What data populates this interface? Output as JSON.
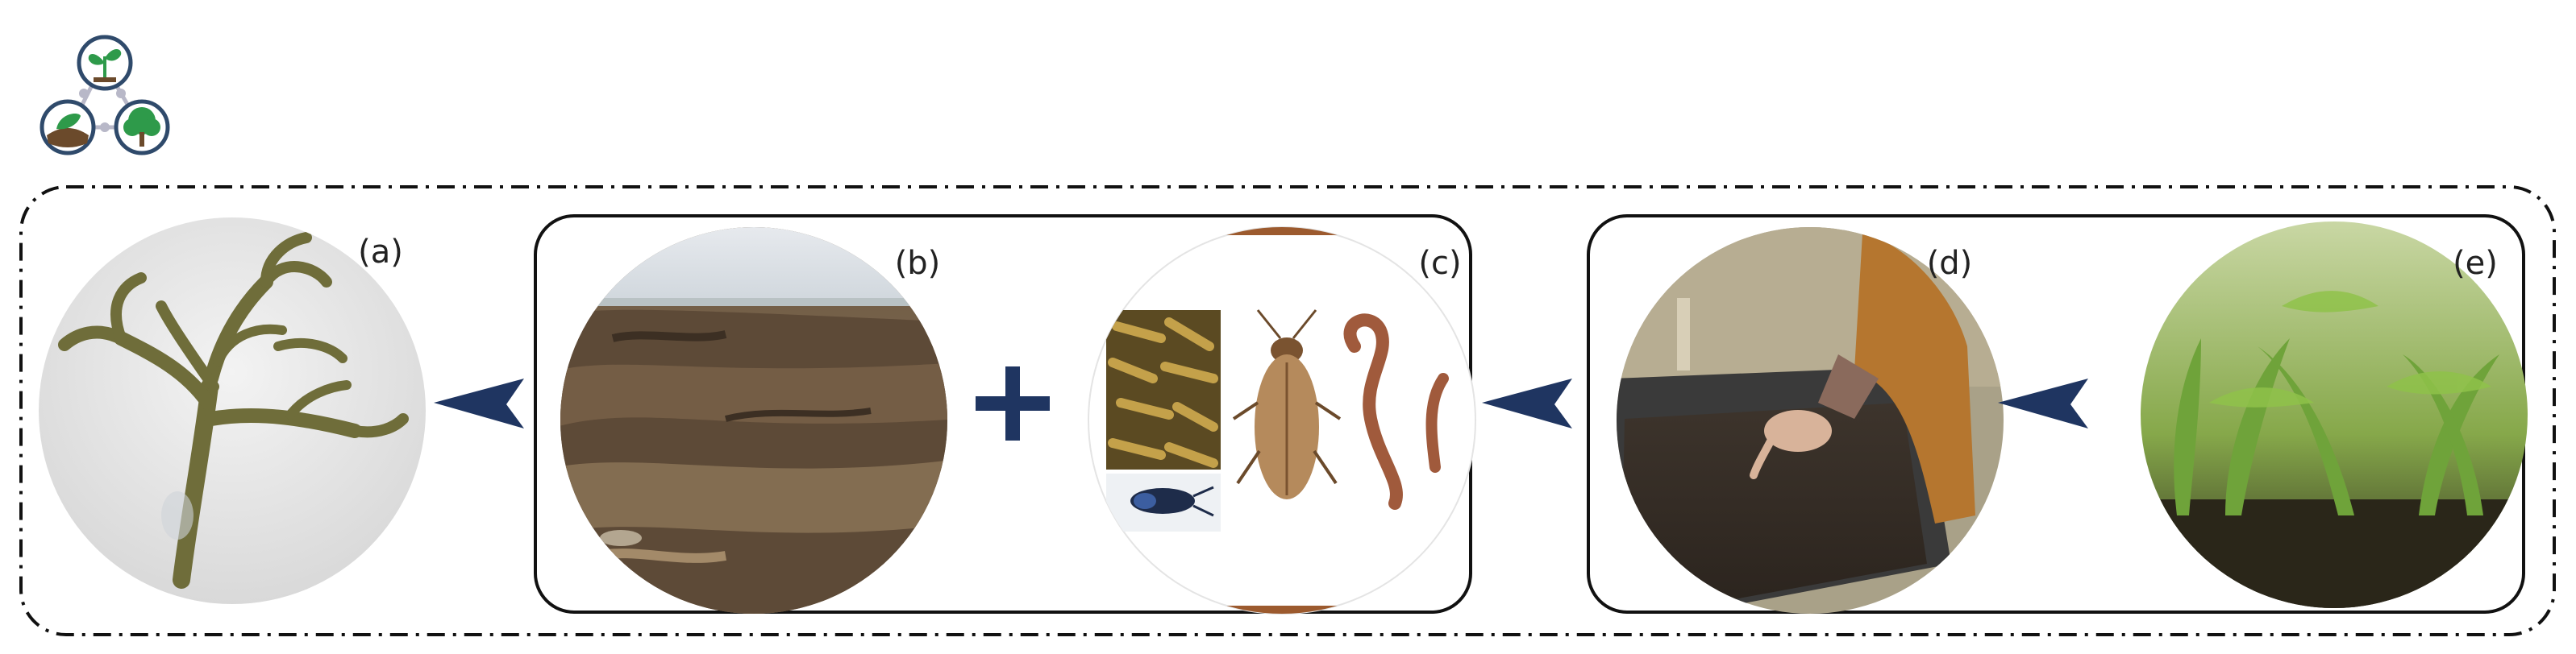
{
  "logo": {
    "icon_names": [
      "seedling-icon",
      "soil-leaf-icon",
      "tree-icon"
    ],
    "colors": {
      "ring": "#2f4a6b",
      "leaf": "#2e9a4a",
      "dot": "#b8b8c8"
    }
  },
  "panels": [
    {
      "label": "(a)",
      "subject": "seaweed-sprig"
    },
    {
      "label": "(b)",
      "subject": "beach-cast-seaweed"
    },
    {
      "label": "(c)",
      "subject": "insects-and-worm"
    },
    {
      "label": "(d)",
      "subject": "hands-in-compost"
    },
    {
      "label": "(e)",
      "subject": "crop-plants"
    }
  ],
  "operators": {
    "plus": "+"
  },
  "colors": {
    "arrow": "#1f3561",
    "frame": "#111111",
    "plus": "#1f3561"
  }
}
